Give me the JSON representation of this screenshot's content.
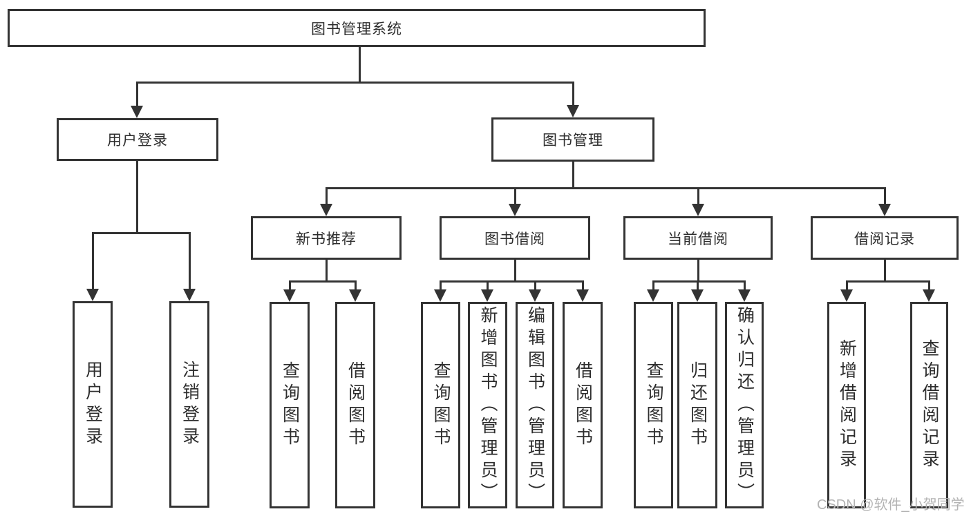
{
  "diagram": {
    "type": "hierarchy-tree",
    "root": {
      "label": "图书管理系统",
      "children": [
        {
          "label": "用户登录",
          "children": [
            {
              "label": "用户登录"
            },
            {
              "label": "注销登录"
            }
          ]
        },
        {
          "label": "图书管理",
          "children": [
            {
              "label": "新书推荐",
              "children": [
                {
                  "label": "查询图书"
                },
                {
                  "label": "借阅图书"
                }
              ]
            },
            {
              "label": "图书借阅",
              "children": [
                {
                  "label": "查询图书"
                },
                {
                  "label": "新增图书（管理员）"
                },
                {
                  "label": "编辑图书（管理员）"
                },
                {
                  "label": "借阅图书"
                }
              ]
            },
            {
              "label": "当前借阅",
              "children": [
                {
                  "label": "查询图书"
                },
                {
                  "label": "归还图书"
                },
                {
                  "label": "确认归还（管理员）"
                }
              ]
            },
            {
              "label": "借阅记录",
              "children": [
                {
                  "label": "新增借阅记录"
                },
                {
                  "label": "查询借阅记录"
                }
              ]
            }
          ]
        }
      ]
    }
  },
  "watermark": {
    "text": "CSDN @软件_小贺同学"
  },
  "colors": {
    "line": "#333333",
    "text": "#2d2d2d",
    "background": "#ffffff",
    "watermark": "#b3b3b3"
  }
}
